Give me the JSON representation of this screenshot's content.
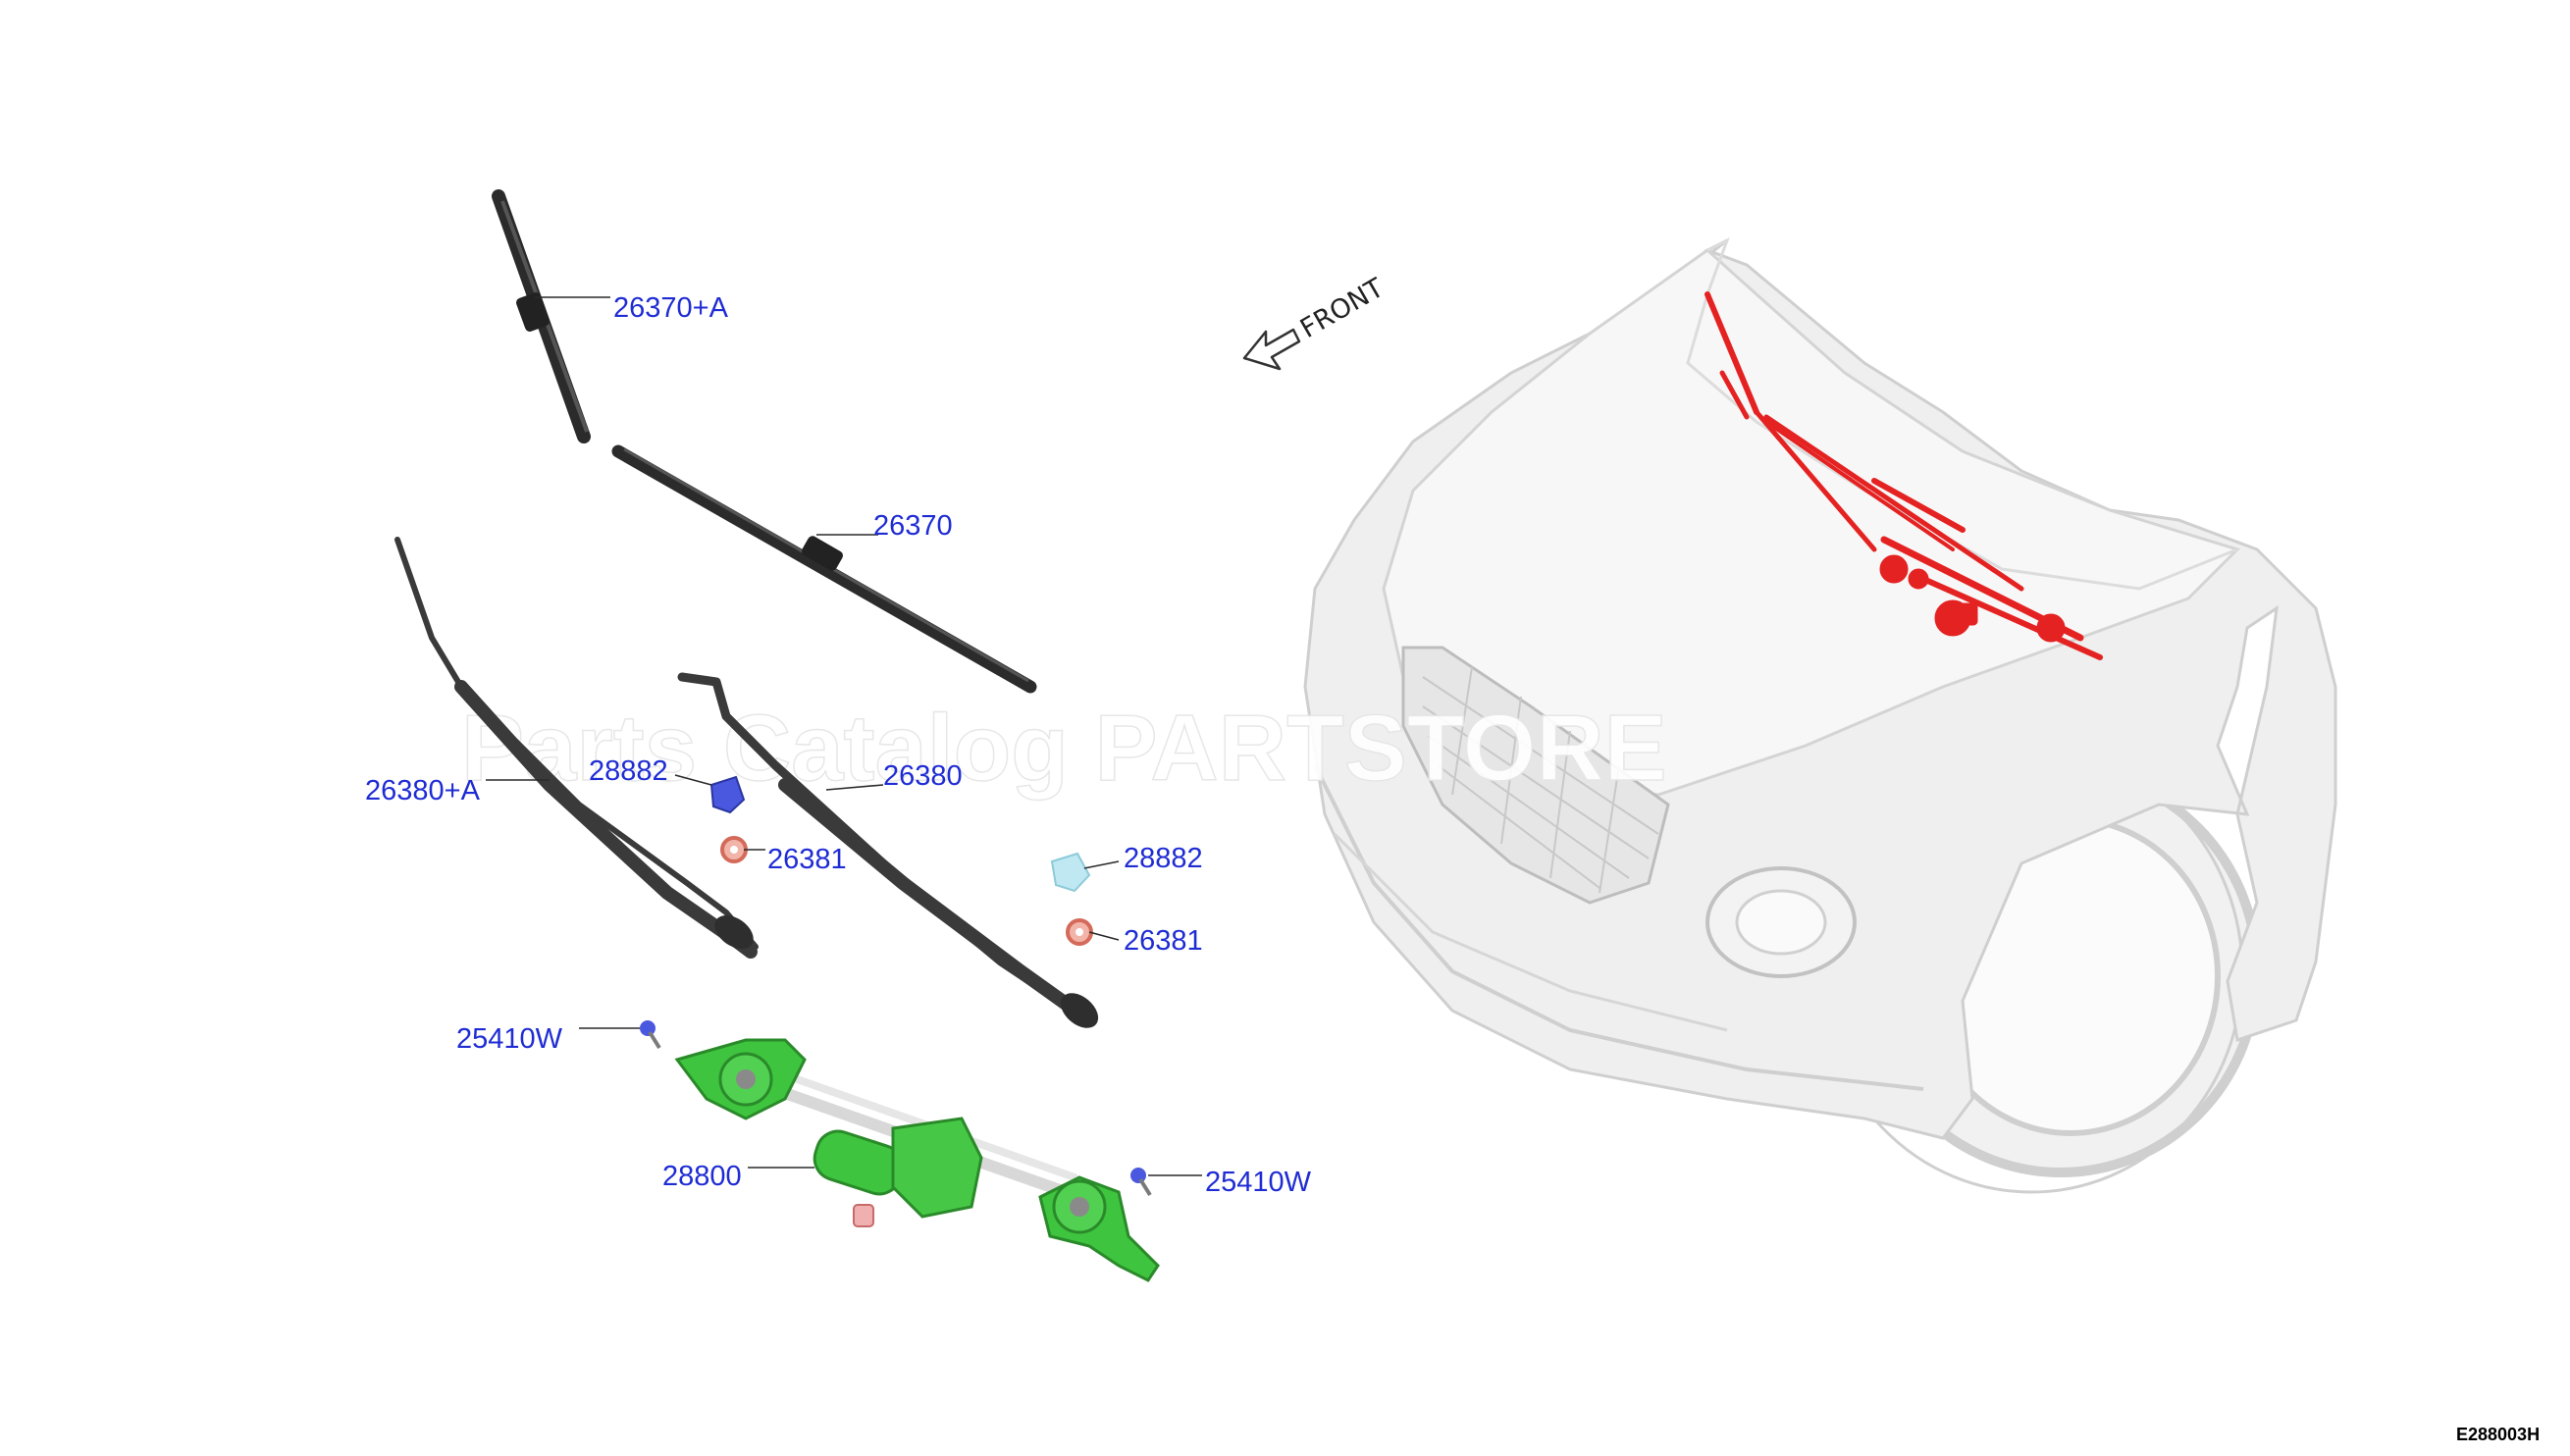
{
  "diagram": {
    "callouts": {
      "blade_rh": "26370+A",
      "blade_lh": "26370",
      "arm_rh": "26380+A",
      "cap_left": "28882",
      "arm_lh": "26380",
      "nut_left": "26381",
      "cap_right": "28882",
      "nut_right": "26381",
      "bolt_left": "25410W",
      "motor_linkage": "28800",
      "bolt_right": "25410W"
    },
    "front_label": "FRONT",
    "figure_code": "E288003H",
    "watermark": "Parts Catalog PARTSTORE",
    "colors": {
      "callout_text": "#1f2cd4",
      "wiper_blades": "#2b2b2b",
      "motor_linkage": "#3ec43e",
      "cap": "#4a58e0",
      "cap_right": "#bfe8f2",
      "nut": "#d46a5a",
      "vehicle_highlight": "#e52222",
      "vehicle_body": "#d9d9d9"
    }
  }
}
